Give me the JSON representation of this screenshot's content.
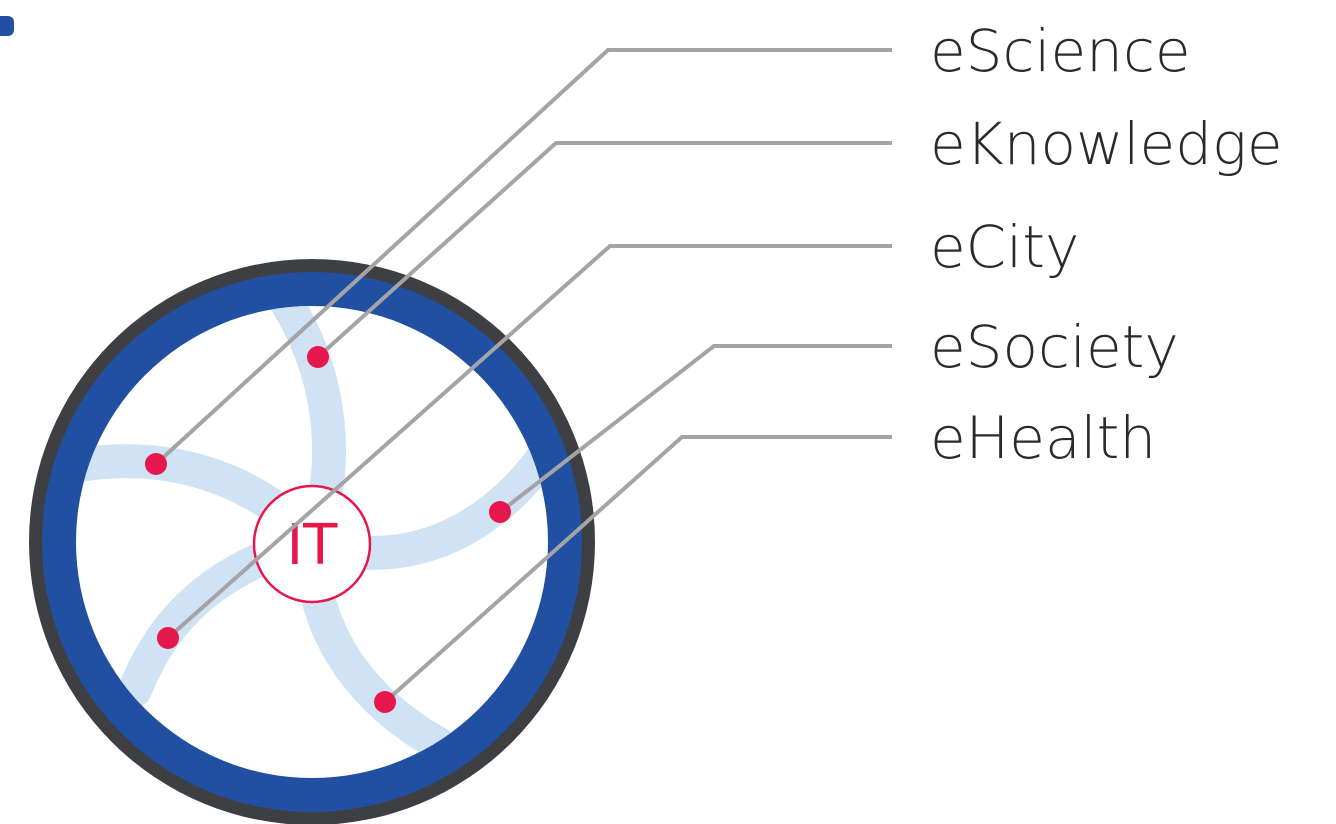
{
  "center_label": "IT",
  "domains": [
    {
      "label": "eScience"
    },
    {
      "label": "eKnowledge"
    },
    {
      "label": "eCity"
    },
    {
      "label": "eSociety"
    },
    {
      "label": "eHealth"
    }
  ],
  "colors": {
    "outer_ring": "#3e3f43",
    "inner_ring": "#2150a3",
    "swirl": "#cfe3f5",
    "dot": "#e4184c",
    "leader_line": "#a4a4a6",
    "label_text": "#2a2a2a",
    "center_text": "#e4184c",
    "corner_mark": "#2150a3"
  }
}
